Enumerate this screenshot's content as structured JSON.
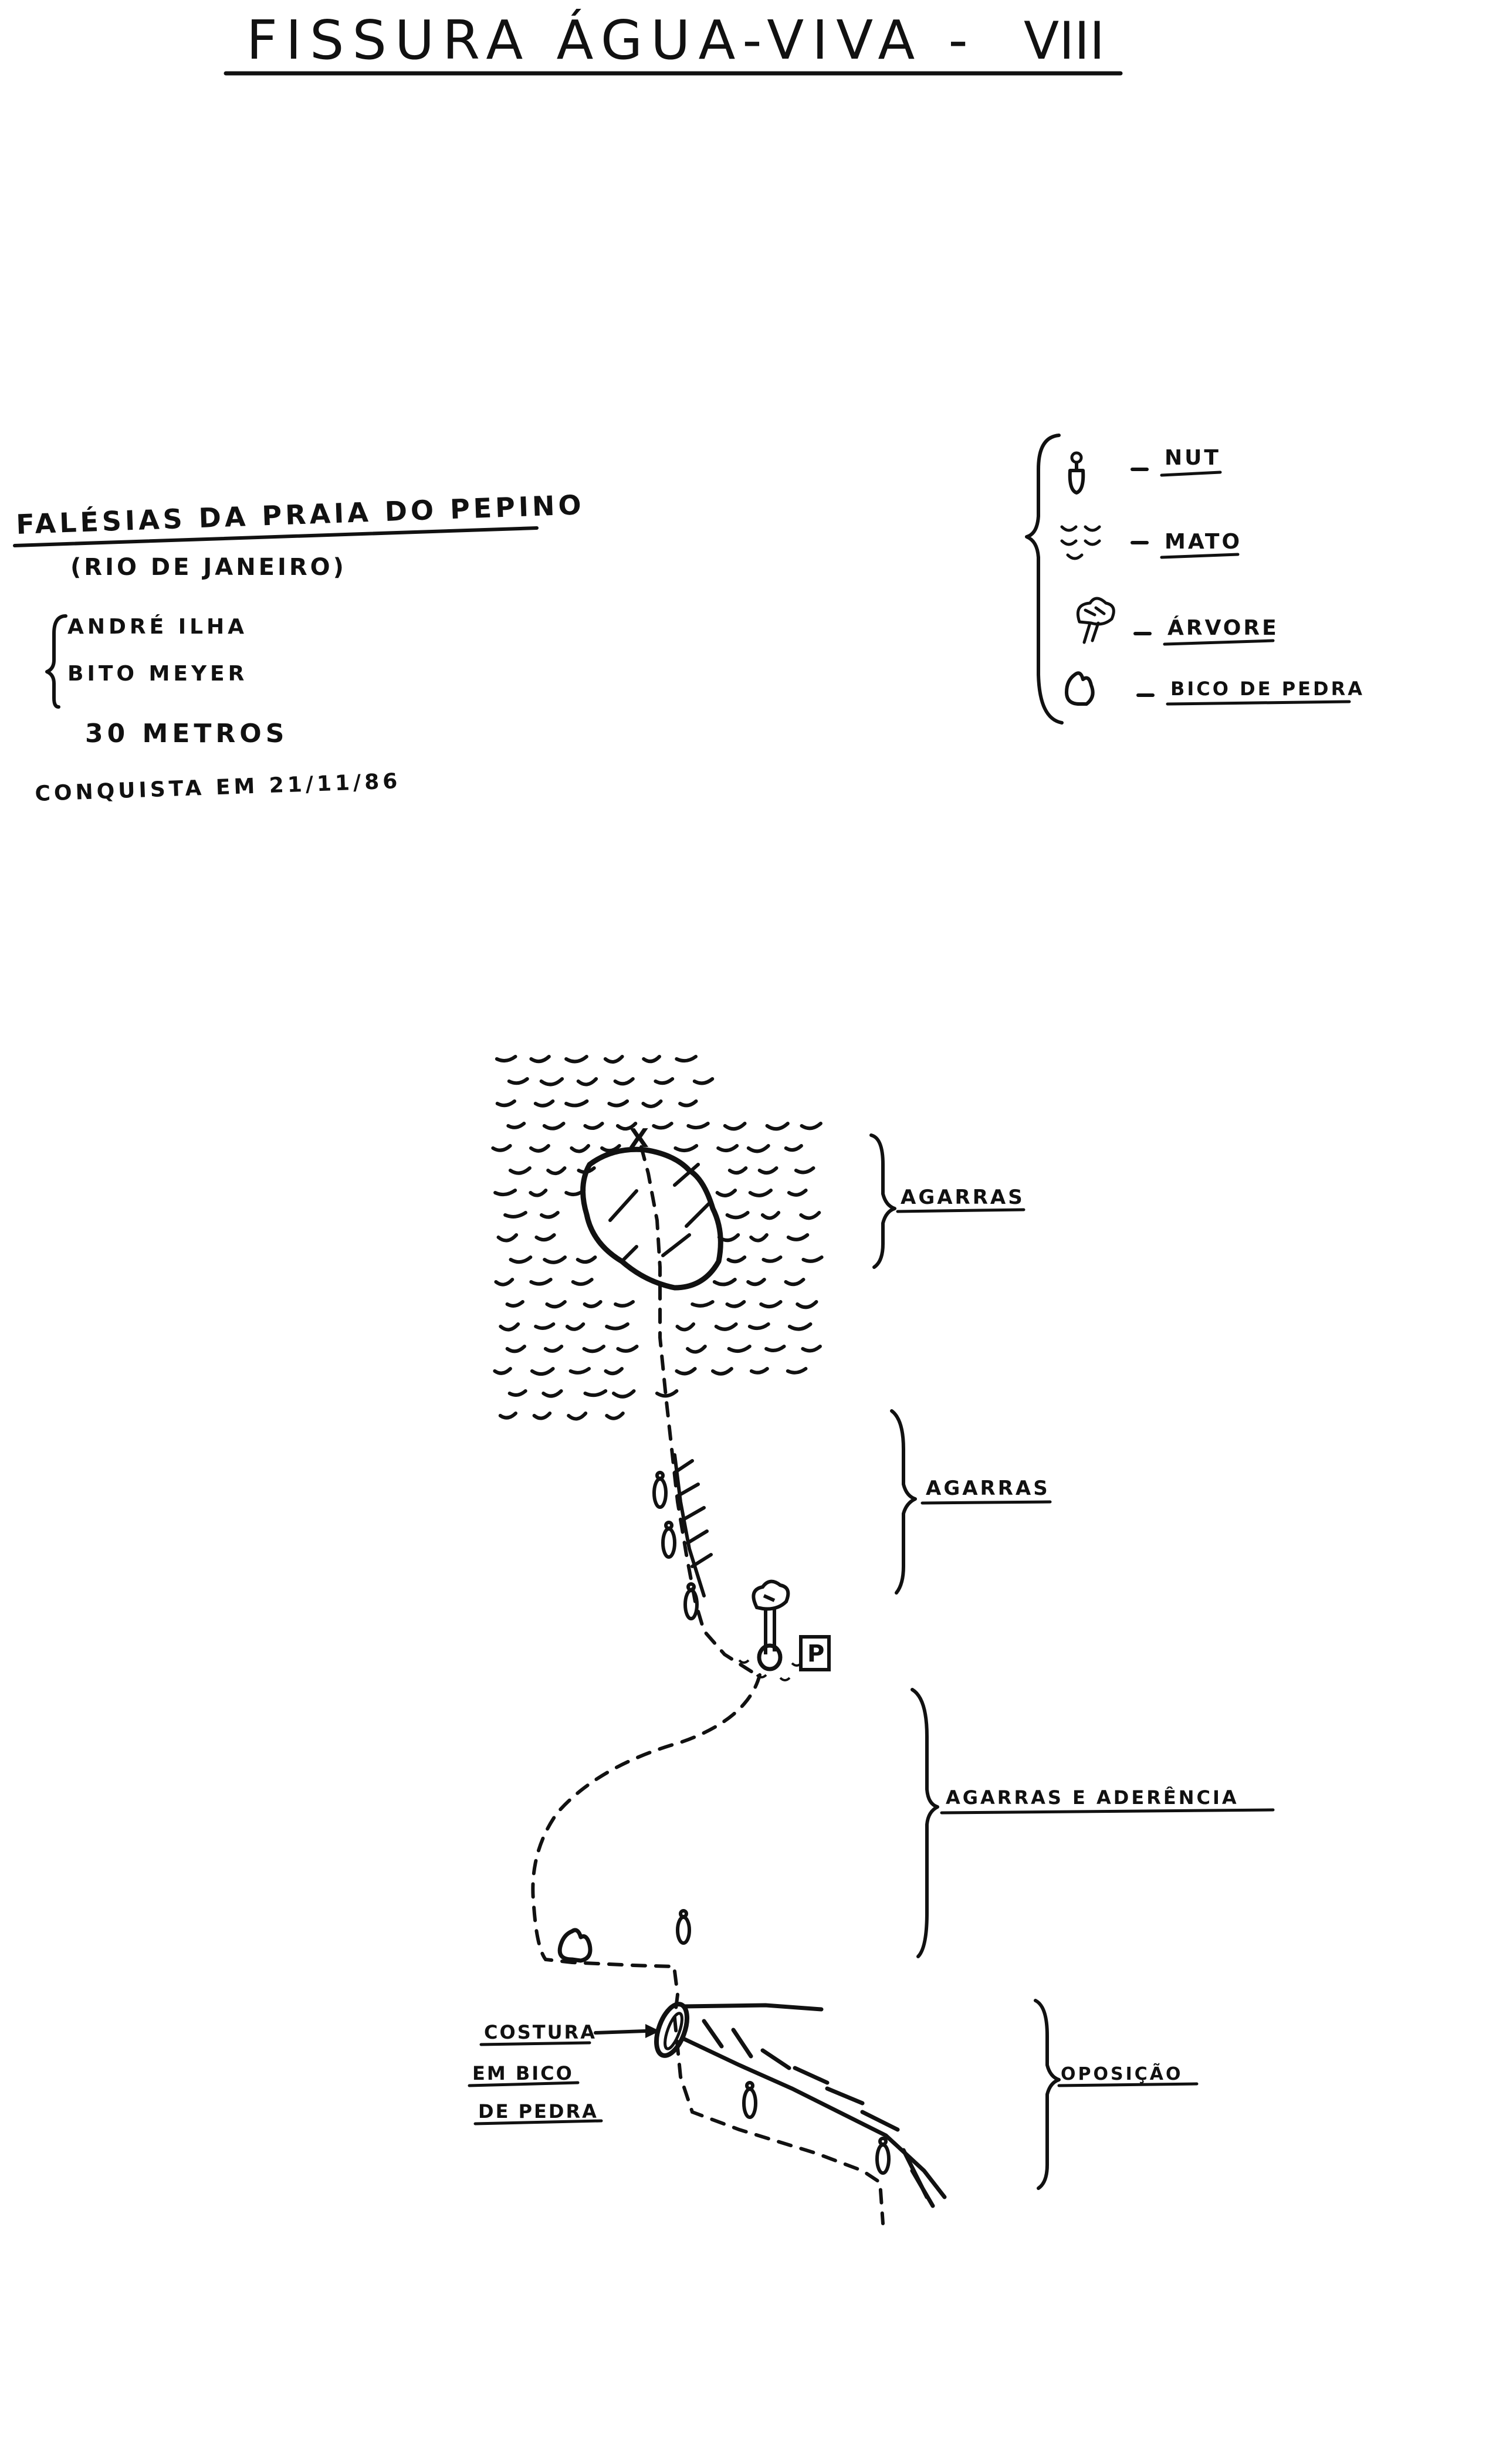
{
  "title": "FISSURA ÁGUA-VIVA -",
  "grade": "VIII",
  "info": {
    "location": "FALÉSIAS DA PRAIA DO PEPINO",
    "region": "(RIO DE JANEIRO)",
    "climbers": [
      "ANDRÉ ILHA",
      "BITO MEYER"
    ],
    "length": "30 METROS",
    "first_ascent": "CONQUISTA EM 21/11/86"
  },
  "legend": [
    {
      "icon": "nut-icon",
      "label": "NUT"
    },
    {
      "icon": "bush-icon",
      "label": "MATO"
    },
    {
      "icon": "tree-icon",
      "label": "ÁRVORE"
    },
    {
      "icon": "rock-horn-icon",
      "label": "BICO DE PEDRA"
    }
  ],
  "route": {
    "sections": [
      "AGARRAS",
      "AGARRAS",
      "AGARRAS E ADERÊNCIA",
      "OPOSIÇÃO"
    ],
    "belay_label": "P",
    "top_mark": "X",
    "annotation": [
      "COSTURA",
      "EM BICO",
      "DE PEDRA"
    ]
  }
}
